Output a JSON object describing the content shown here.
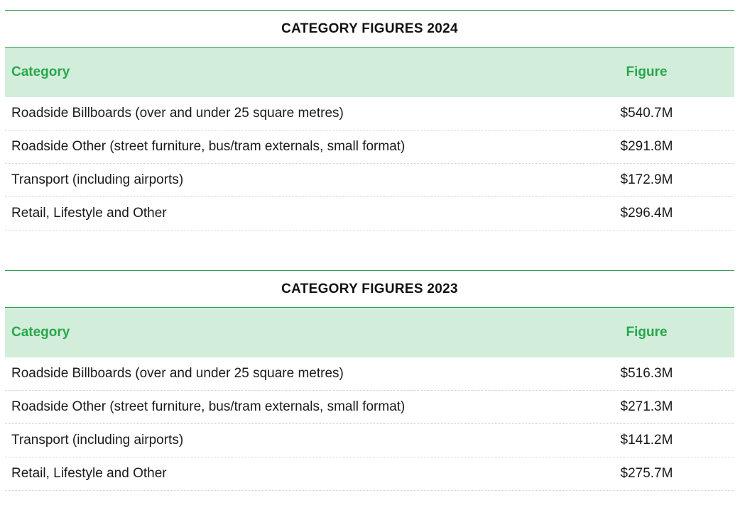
{
  "tables": [
    {
      "title": "CATEGORY FIGURES 2024",
      "headers": {
        "category": "Category",
        "figure": "Figure"
      },
      "rows": [
        {
          "category": "Roadside Billboards (over and under 25 square metres)",
          "figure": "$540.7M"
        },
        {
          "category": "Roadside Other (street furniture, bus/tram externals, small format)",
          "figure": "$291.8M"
        },
        {
          "category": "Transport (including airports)",
          "figure": "$172.9M"
        },
        {
          "category": "Retail, Lifestyle and Other",
          "figure": "$296.4M"
        }
      ]
    },
    {
      "title": "CATEGORY FIGURES 2023",
      "headers": {
        "category": "Category",
        "figure": "Figure"
      },
      "rows": [
        {
          "category": "Roadside Billboards (over and under 25 square metres)",
          "figure": "$516.3M"
        },
        {
          "category": "Roadside Other (street furniture, bus/tram externals, small format)",
          "figure": "$271.3M"
        },
        {
          "category": "Transport (including airports)",
          "figure": "$141.2M"
        },
        {
          "category": "Retail, Lifestyle and Other",
          "figure": "$275.7M"
        }
      ]
    }
  ],
  "colors": {
    "accent": "#27a74a",
    "header_bg": "#d3eddb",
    "rule": "#2e9e55"
  }
}
